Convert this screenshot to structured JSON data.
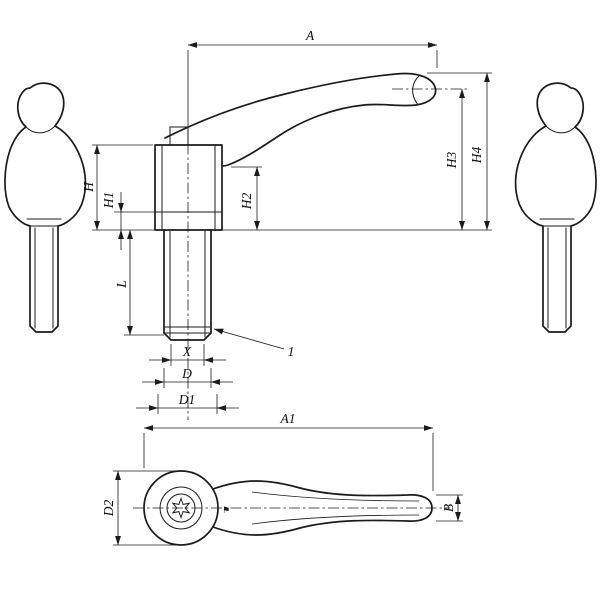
{
  "drawing": {
    "labels": {
      "A": "A",
      "H": "H",
      "H1": "H1",
      "H2": "H2",
      "H3": "H3",
      "H4": "H4",
      "L": "L",
      "X": "X",
      "D": "D",
      "D1": "D1",
      "callout_1": "1",
      "A1": "A1",
      "D2": "D2",
      "B": "B"
    },
    "icons": {
      "kipp_logo": "⚑"
    },
    "colors": {
      "line": "#1b1b1b",
      "background": "#ffffff"
    }
  }
}
